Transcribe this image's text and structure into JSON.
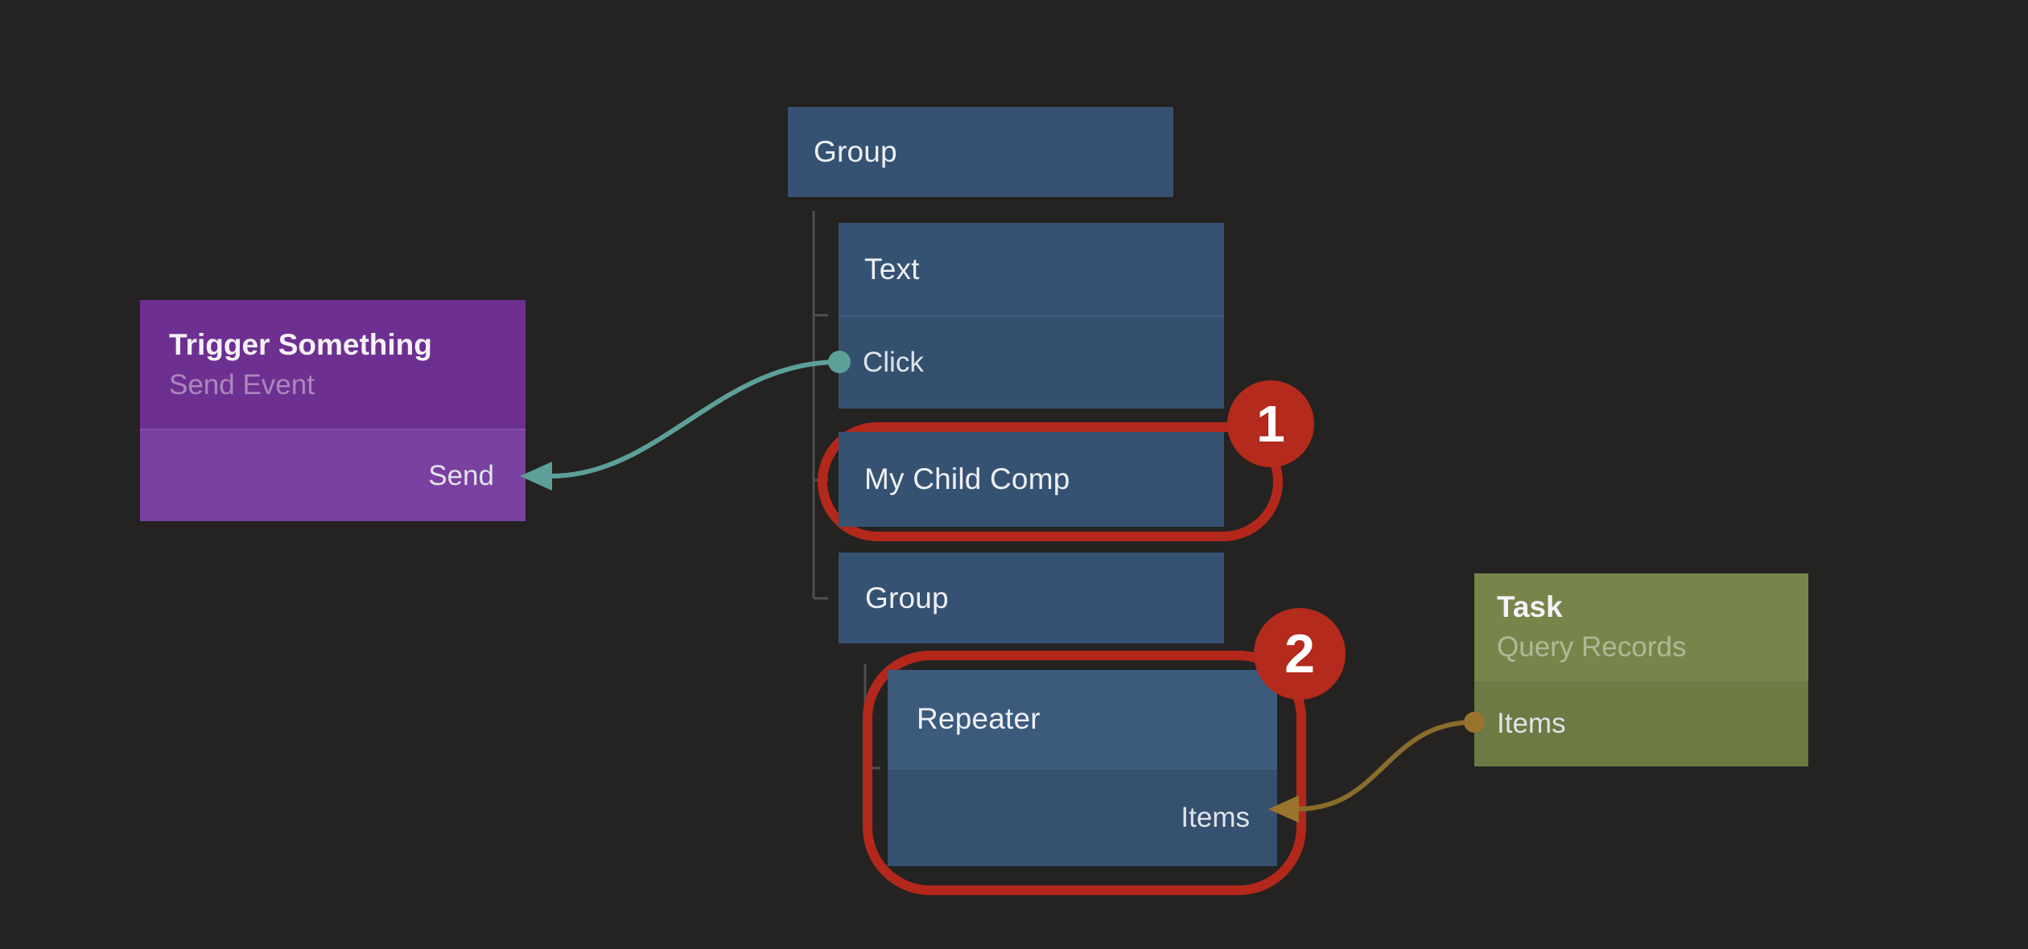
{
  "editor": {
    "kind": "visual-programming-node-canvas"
  },
  "nodes": {
    "group_top": {
      "label": "Group"
    },
    "text": {
      "label": "Text",
      "output_port": {
        "label": "Click"
      }
    },
    "my_child_comp": {
      "label": "My Child Comp"
    },
    "group_inner": {
      "label": "Group"
    },
    "repeater": {
      "label": "Repeater",
      "input_port": {
        "label": "Items"
      }
    },
    "trigger_something": {
      "title": "Trigger Something",
      "subtitle": "Send Event",
      "input_port": {
        "label": "Send"
      }
    },
    "task": {
      "title": "Task",
      "subtitle": "Query Records",
      "output_port": {
        "label": "Items"
      }
    }
  },
  "connections": [
    {
      "from": "Text.Click",
      "to": "Trigger Something.Send",
      "color_key": "wire_teal"
    },
    {
      "from": "Task.Items",
      "to": "Repeater.Items",
      "color_key": "wire_gold"
    }
  ],
  "annotations": [
    {
      "number": "1",
      "target": "My Child Comp"
    },
    {
      "number": "2",
      "target": "Repeater"
    }
  ],
  "colors": {
    "background": "#242321",
    "node_blue_header": "#365273",
    "node_blue_body": "#34506F",
    "repeater_header": "#3C5A7C",
    "repeater_body": "#36506F",
    "purple_header": "#6E3090",
    "purple_body": "#7A41A1",
    "green_header": "#77854B",
    "green_body": "#6C7A43",
    "wire_teal": "#5D9F99",
    "wire_gold": "#8A6C2C",
    "port_gold": "#9A742E",
    "annotation_red": "#B3281B",
    "badge_red": "#B42A1C",
    "tree_line": "#4F4F4F",
    "text_primary": "#EDF0F4",
    "text_port": "#DFE4E9"
  }
}
